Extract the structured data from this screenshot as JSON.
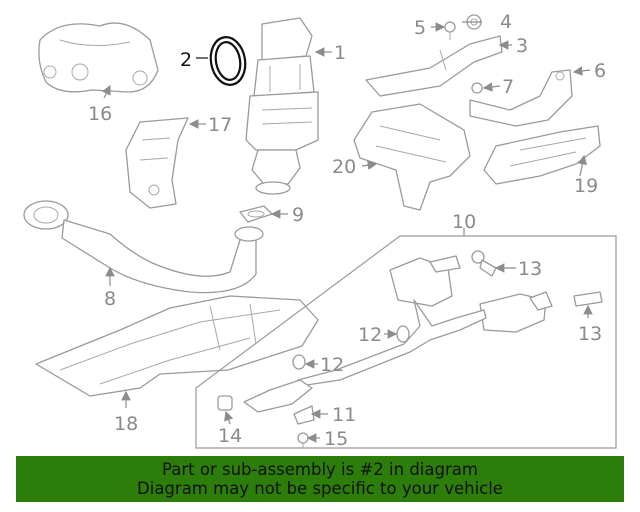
{
  "callouts": {
    "c1": "1",
    "c2": "2",
    "c3": "3",
    "c4": "4",
    "c5": "5",
    "c6": "6",
    "c7": "7",
    "c8": "8",
    "c9": "9",
    "c10": "10",
    "c11": "11",
    "c12a": "12",
    "c12b": "12",
    "c13a": "13",
    "c13b": "13",
    "c14": "14",
    "c15": "15",
    "c16": "16",
    "c17": "17",
    "c18": "18",
    "c19": "19",
    "c20": "20"
  },
  "highlighted_part": "2",
  "colors": {
    "banner_bg": "#2d7d0b",
    "line": "#9a9a9a",
    "highlight": "#111111"
  },
  "banner": {
    "line1": "Part or sub-assembly is #2 in diagram",
    "line2": "Diagram may not be specific to your vehicle"
  }
}
